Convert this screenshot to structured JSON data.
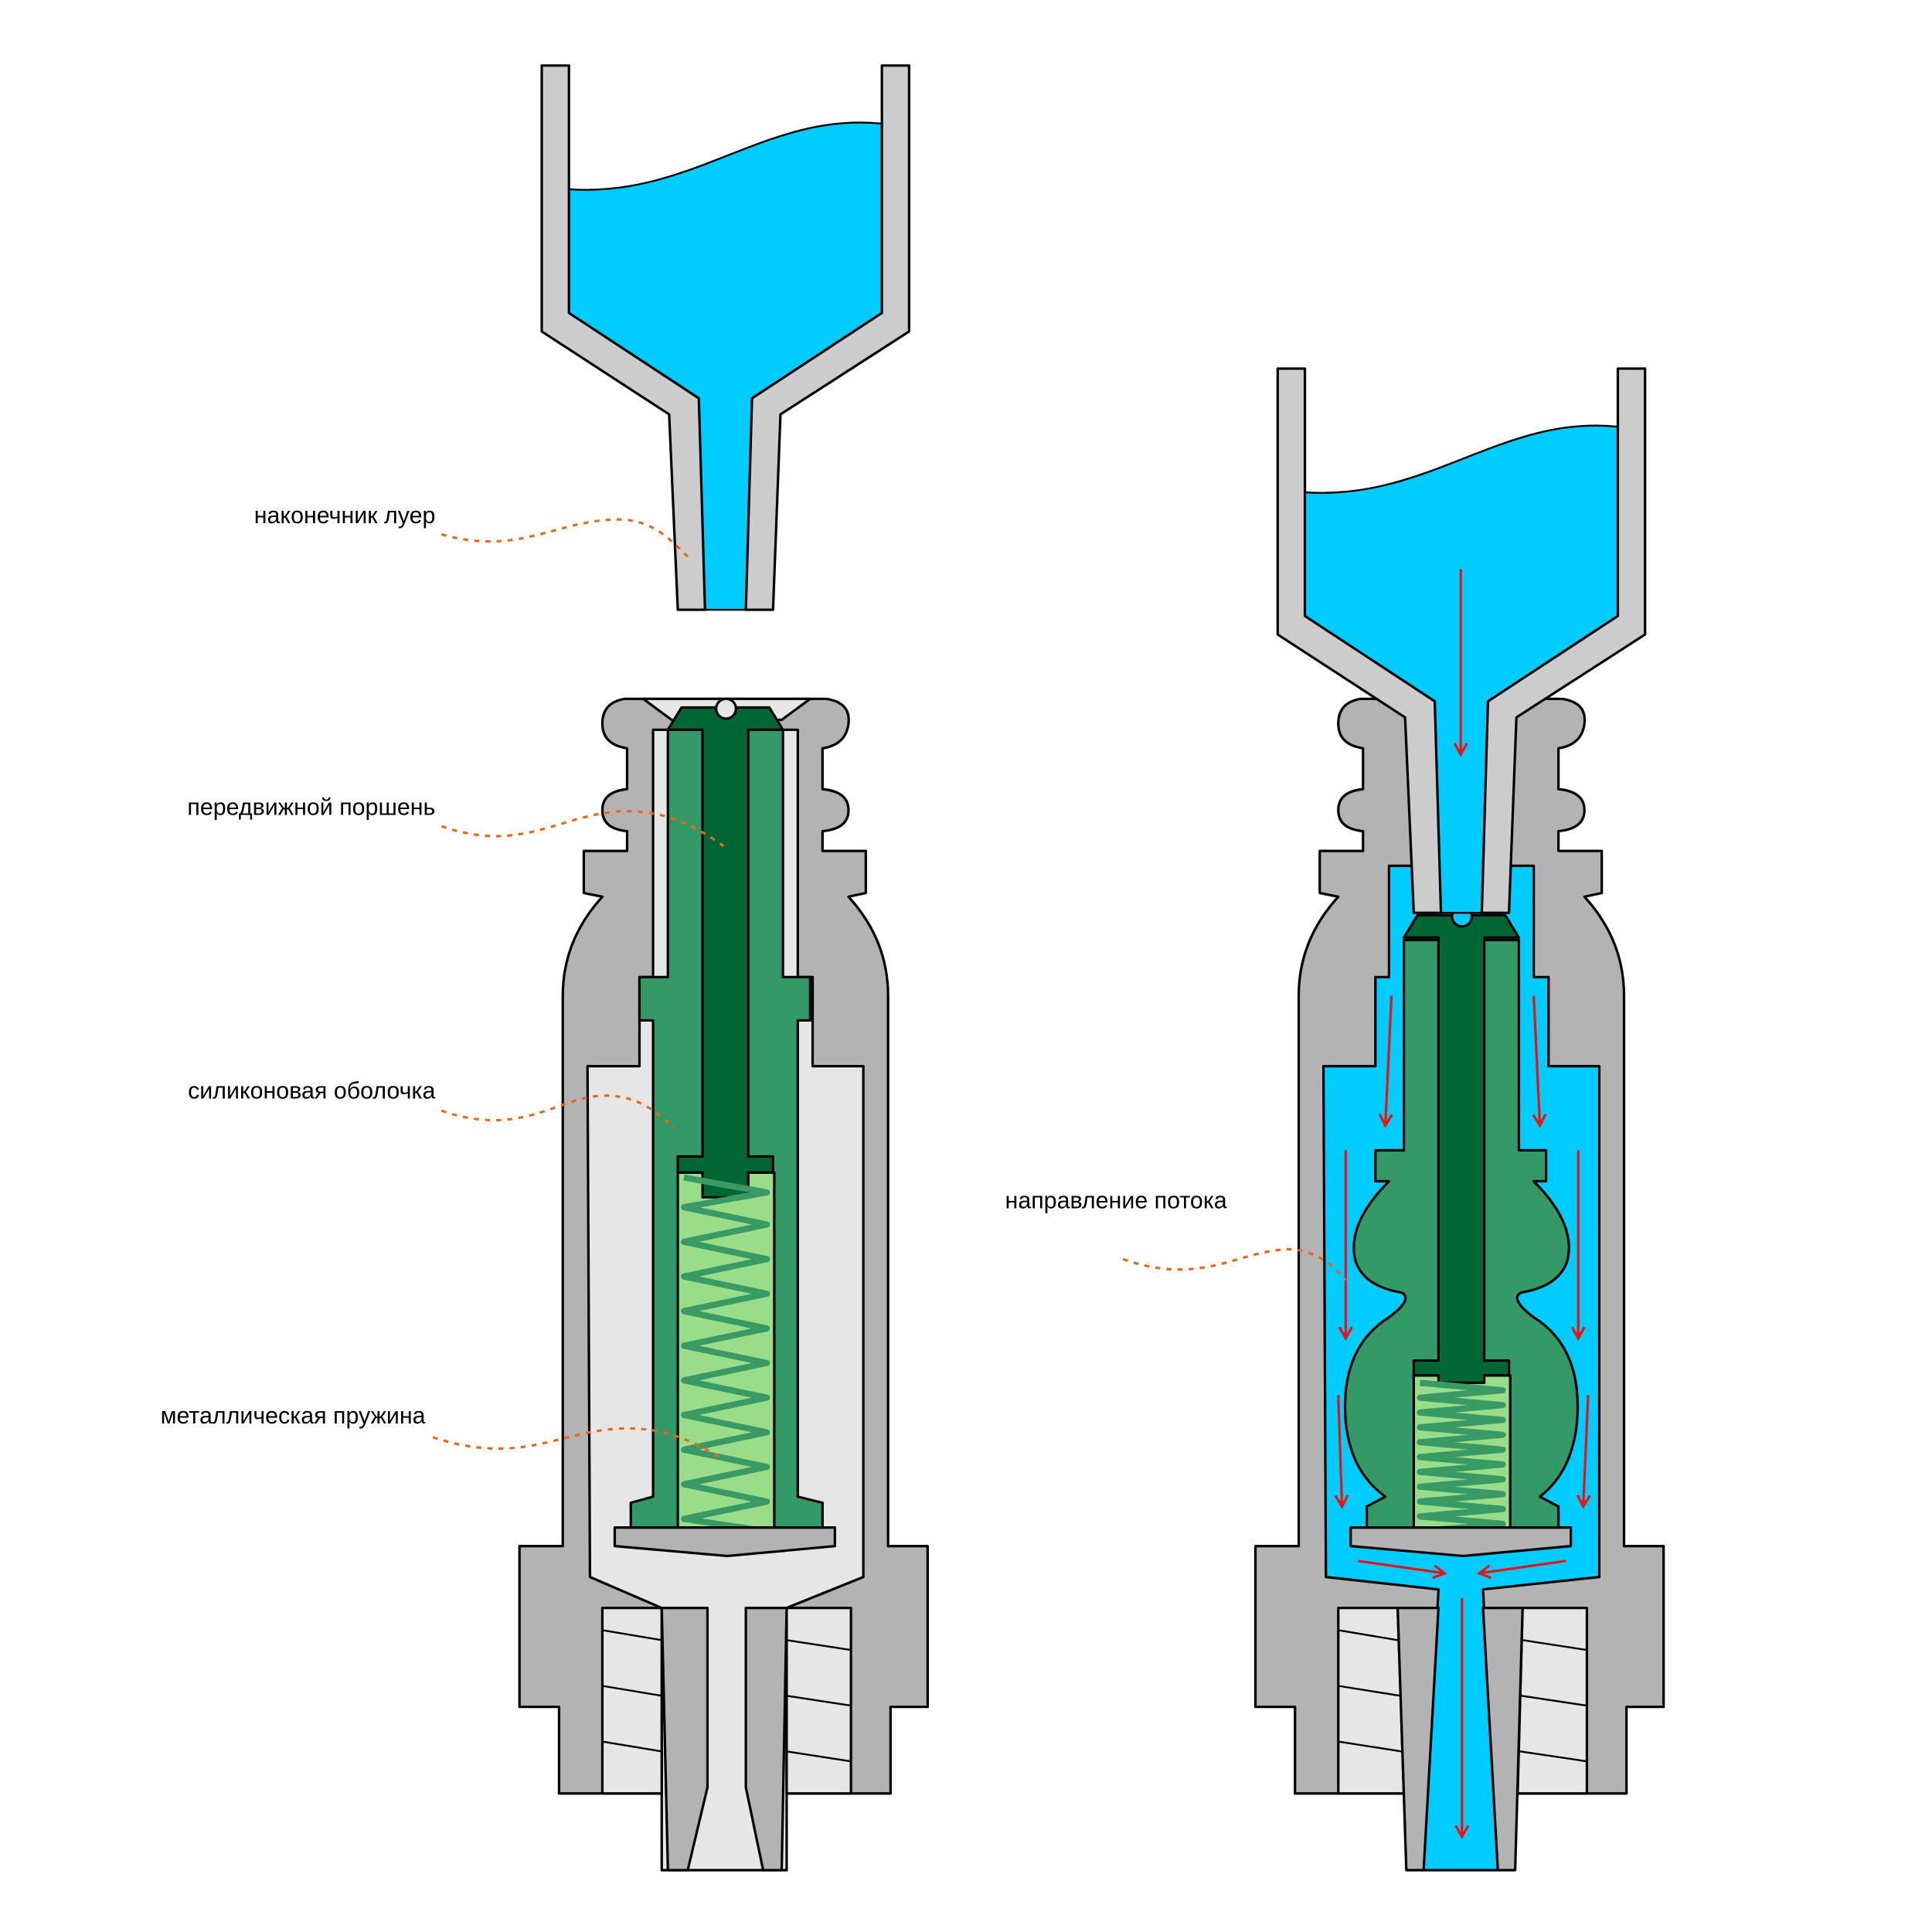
{
  "labels": {
    "luer_tip": "наконечник луер",
    "movable_piston": "передвижной поршень",
    "silicone_shell": "силиконовая оболочка",
    "metal_spring": "металлическая пружина",
    "flow_direction": "направление потока"
  },
  "colors": {
    "liquid": "#00ccff",
    "housing": "#b3b3b3",
    "luer": "#cccccc",
    "cavity": "#e6e6e6",
    "shell": "#339966",
    "piston": "#006633",
    "spring_chamber": "#99dd88",
    "flow_arrow": "#ee1111",
    "leader": "#ee6611"
  }
}
